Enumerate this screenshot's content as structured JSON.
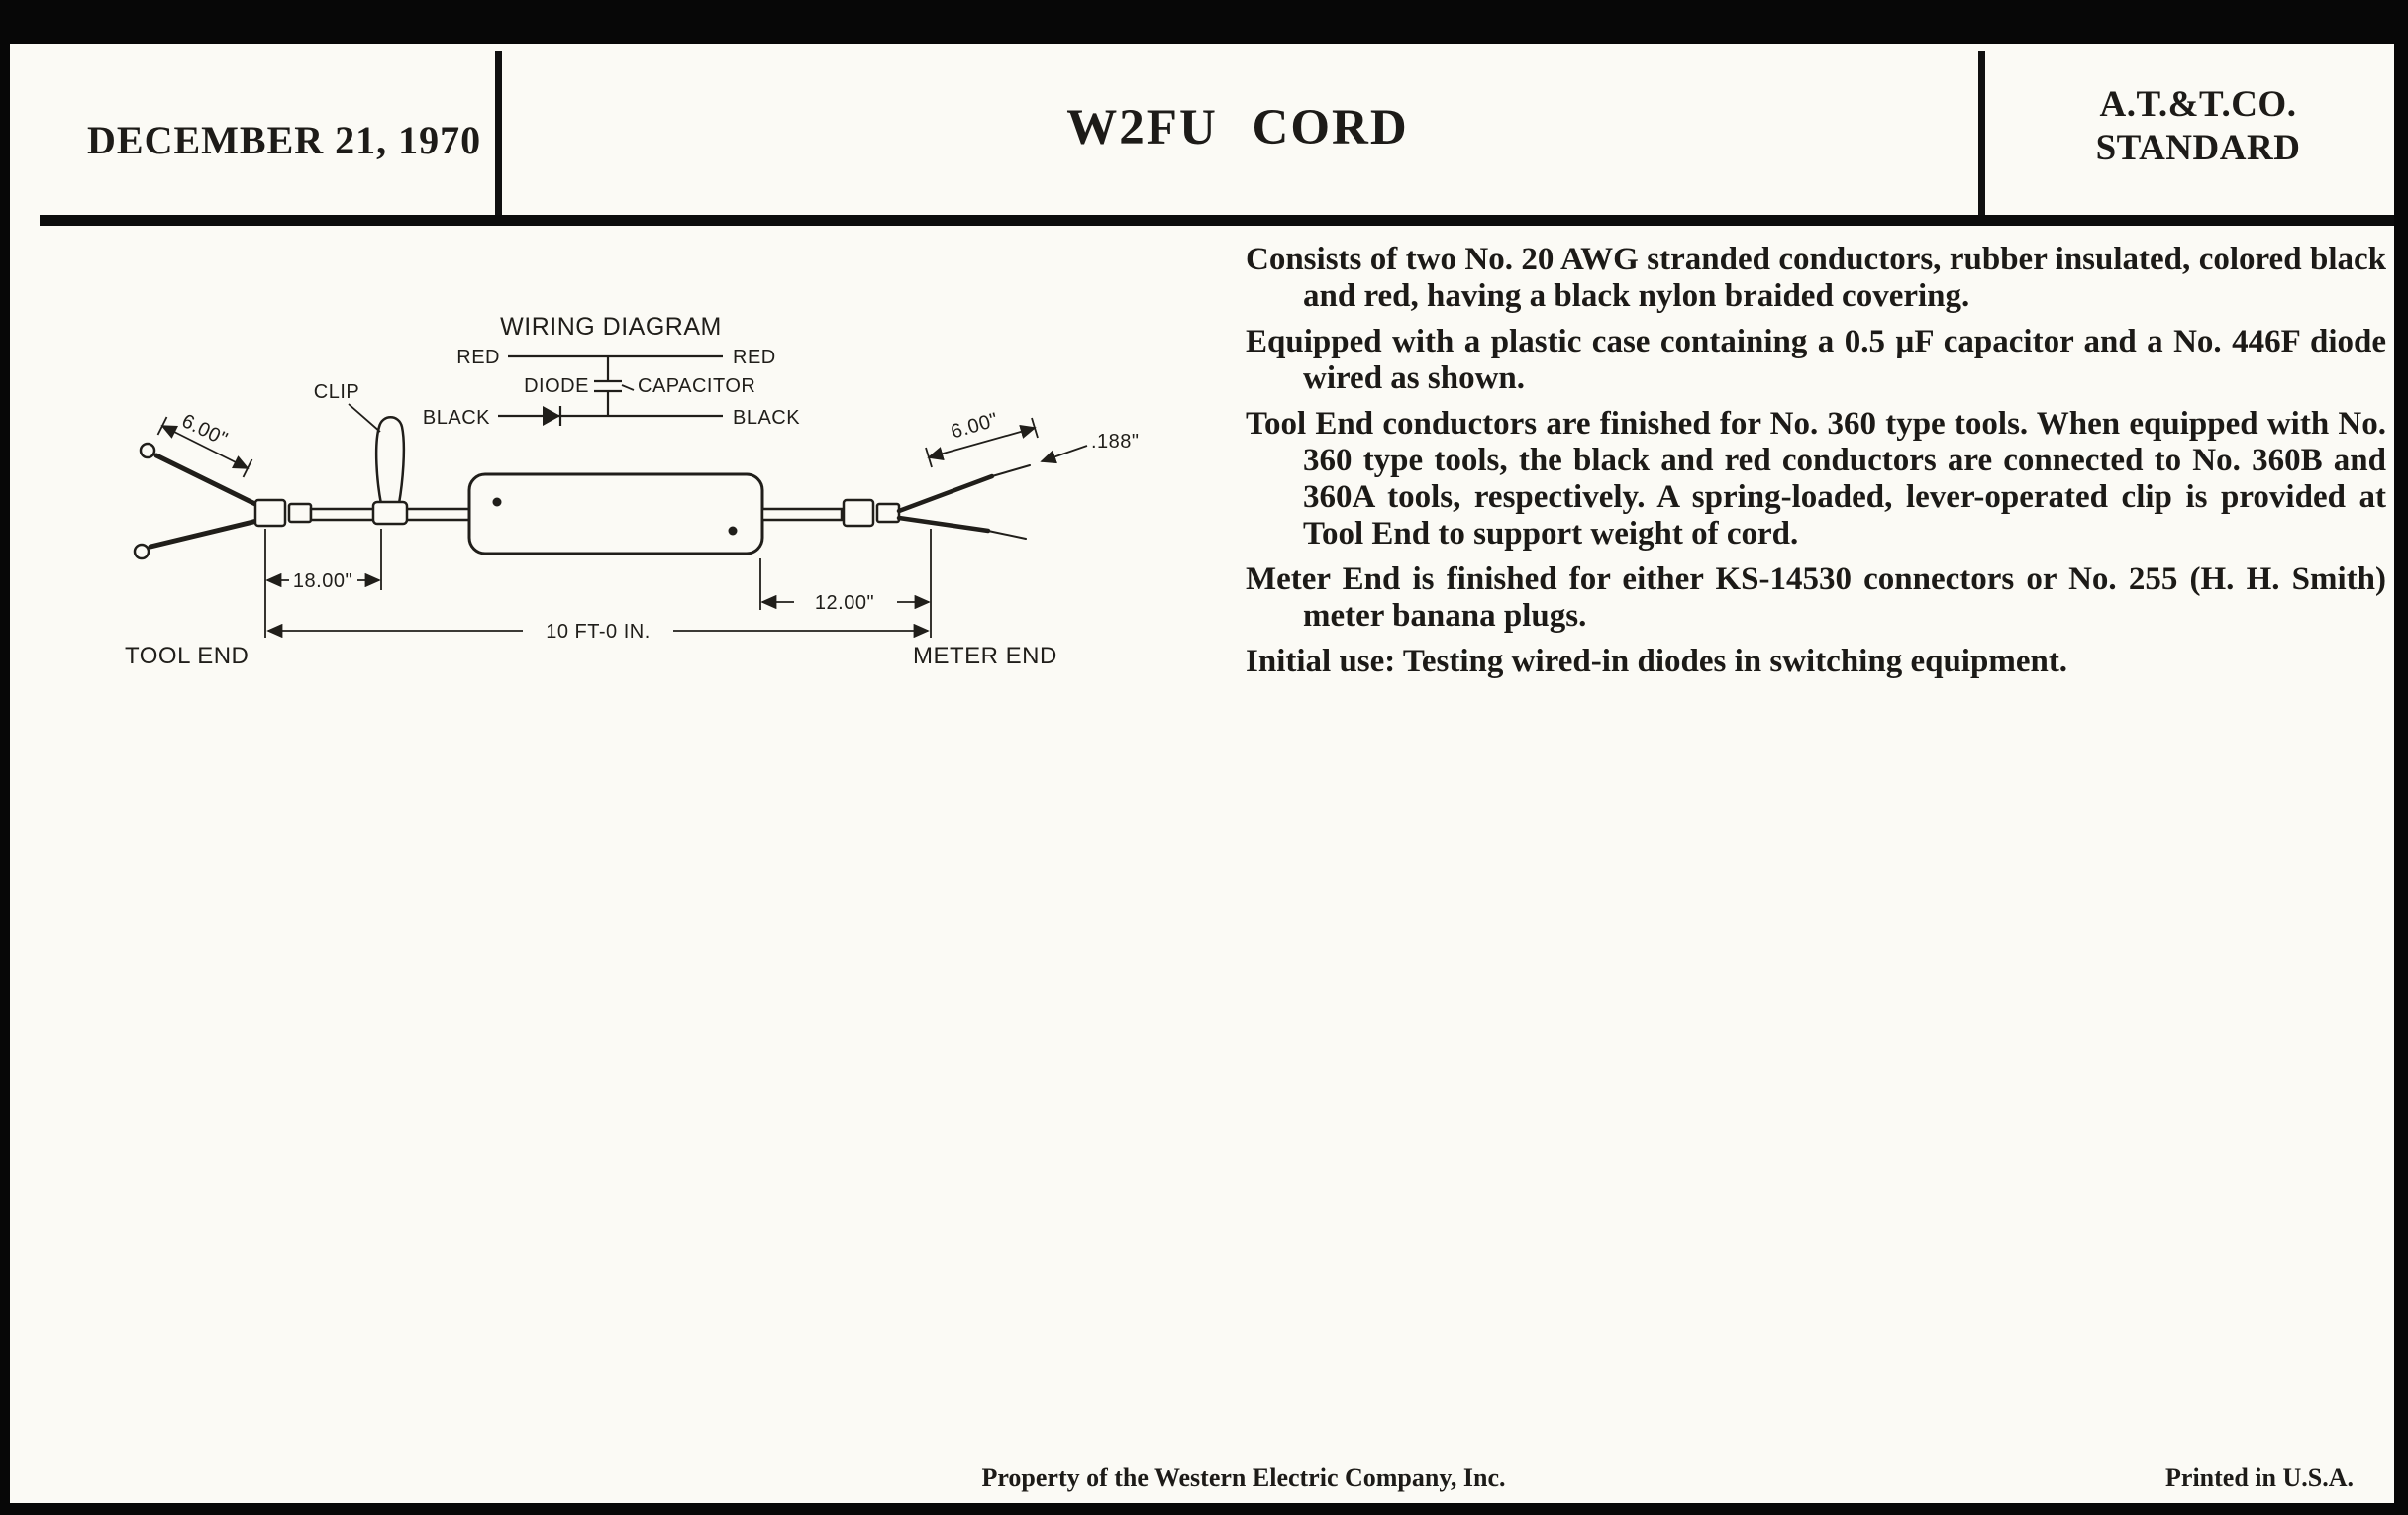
{
  "colors": {
    "ink": "#1d1b18",
    "paper": "#fbfaf5",
    "surround": "#070707"
  },
  "header": {
    "date": "DECEMBER 21, 1970",
    "title": "W2FU CORD",
    "org_line1": "A.T.&T.CO.",
    "org_line2": "STANDARD"
  },
  "diagram": {
    "title": "WIRING DIAGRAM",
    "labels": {
      "red_left": "RED",
      "red_right": "RED",
      "black_left": "BLACK",
      "black_right": "BLACK",
      "diode": "DIODE",
      "capacitor": "CAPACITOR",
      "clip": "CLIP",
      "tool_end": "TOOL END",
      "meter_end": "METER END"
    },
    "dims": {
      "tool_lead": "6.00\"",
      "meter_lead": "6.00\"",
      "bare_tip": ".188\"",
      "tool_segment": "18.00\"",
      "meter_segment": "12.00\"",
      "overall": "10 FT-0 IN."
    }
  },
  "body": {
    "paragraphs": [
      "Consists of two No. 20 AWG stranded conductors, rubber insulated, colored black and red, having a black nylon braided covering.",
      "Equipped with a plastic case containing a 0.5 µF capacitor and a No. 446F diode wired as shown.",
      "Tool End conductors are finished for No. 360 type tools. When equipped with No. 360 type tools, the black and red conductors are connected to No. 360B and 360A tools, respectively. A spring-loaded, lever-operated clip is provided at Tool End to support weight of cord.",
      "Meter End is finished for either KS-14530 connectors or No. 255 (H. H. Smith) meter banana plugs.",
      "Initial use: Testing wired-in diodes in switching equipment."
    ]
  },
  "footer": {
    "property": "Property of the Western Electric Company, Inc.",
    "printed": "Printed in U.S.A."
  }
}
